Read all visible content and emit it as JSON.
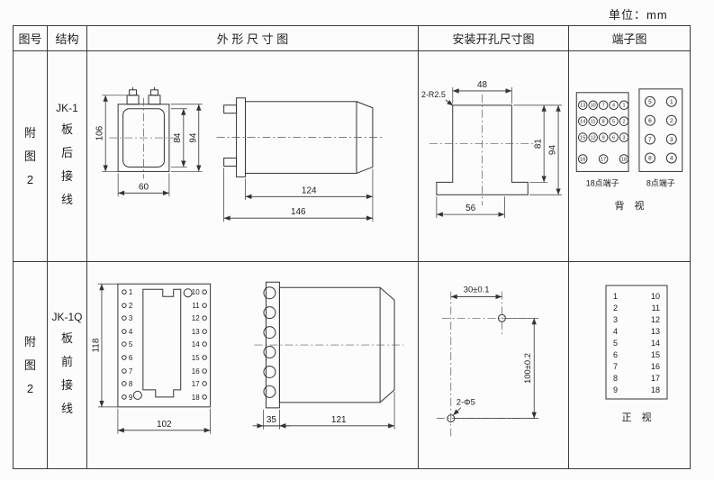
{
  "page": {
    "unit_label": "单位：mm"
  },
  "header": {
    "fig_no": "图号",
    "structure": "结构",
    "outline": "外 形 尺 寸 图",
    "mounting": "安装开孔尺寸图",
    "terminal": "端子图"
  },
  "rows": [
    {
      "fig_no": "附图2",
      "model": "JK-1",
      "wiring": "板后接线",
      "outline_dims": {
        "h_total": "106",
        "h_inner": "84",
        "h_outer": "94",
        "w_front": "60",
        "l_body": "124",
        "l_total": "146"
      },
      "mounting_dims": {
        "corner_radius": "2-R2.5",
        "w_top": "48",
        "h_inner": "81",
        "h_total": "94",
        "w_bottom": "56"
      },
      "terminal": {
        "t18": [
          "13",
          "10",
          "7",
          "4",
          "1",
          "14",
          "11",
          "8",
          "5",
          "2",
          "15",
          "12",
          "9",
          "6",
          "3",
          "16",
          "17",
          "18"
        ],
        "t8_left": [
          "5",
          "6",
          "7",
          "8"
        ],
        "t8_right": [
          "1",
          "2",
          "3",
          "4"
        ],
        "label_18": "18点端子",
        "label_8": "8点端子",
        "view_label": "背 视"
      }
    },
    {
      "fig_no": "附图2",
      "model": "JK-1Q",
      "wiring": "板前接线",
      "outline_dims": {
        "h_front": "118",
        "w_front": "102",
        "w_connector": "35",
        "l_body": "121"
      },
      "mounting_dims": {
        "hole_h_span": "30±0.1",
        "hole_v_span": "100±0.2",
        "hole_label": "2-Φ5"
      },
      "points_left": [
        "1",
        "2",
        "3",
        "4",
        "5",
        "6",
        "7",
        "8",
        "9"
      ],
      "points_right": [
        "10",
        "11",
        "12",
        "13",
        "14",
        "15",
        "16",
        "17",
        "18"
      ],
      "terminal": {
        "view_label": "正 视"
      }
    }
  ]
}
